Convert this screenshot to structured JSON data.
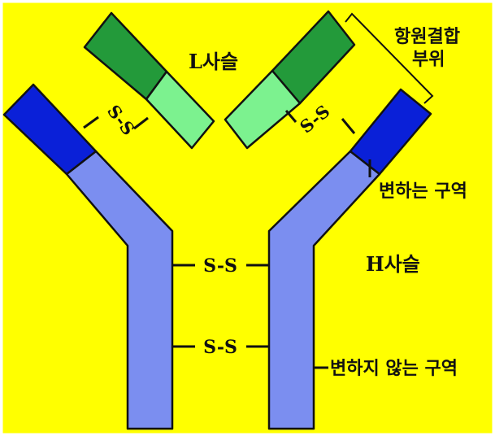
{
  "labels": {
    "light_chain": "L사슬",
    "heavy_chain": "H사슬",
    "antigen_binding_site_line1": "항원결합",
    "antigen_binding_site_line2": "부위",
    "variable_region": "변하는 구역",
    "constant_region": "변하지 않는 구역",
    "disulfide_bond": "S-S"
  },
  "colors": {
    "background": "#ffff00",
    "heavy_constant": "#7b8ef0",
    "heavy_variable": "#0a20d8",
    "light_constant": "#7cf28f",
    "light_variable": "#239a3a",
    "stroke": "#111111"
  }
}
